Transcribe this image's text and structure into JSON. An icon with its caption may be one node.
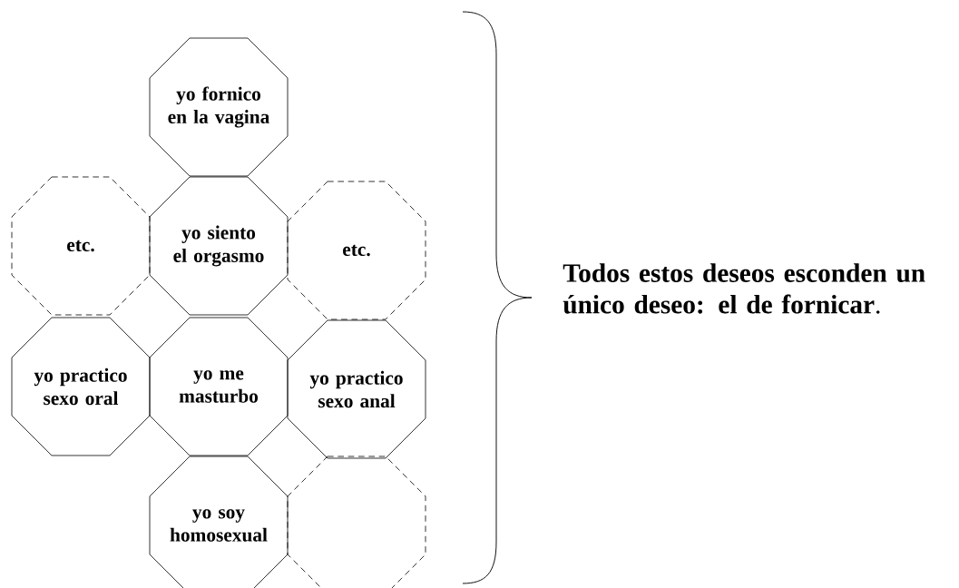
{
  "diagram": {
    "nodes": [
      {
        "text": [
          "yo fornico en la vagina"
        ]
      },
      {
        "text": [
          "etc."
        ]
      },
      {
        "text": [
          "yo siento el orgasmo"
        ]
      },
      {
        "text": [
          "etc."
        ]
      },
      {
        "text": [
          "yo practico sexo oral"
        ]
      },
      {
        "text": [
          "yo me masturbo"
        ]
      },
      {
        "text": [
          "yo practico sexo anal"
        ]
      },
      {
        "text": [
          "yo soy homosexual"
        ]
      },
      {
        "text": [],
        "shape": "octagon"
      }
    ],
    "labels": [
      "**Todos estos deseos esconden un único deseo: el de fornicar**."
    ]
  }
}
